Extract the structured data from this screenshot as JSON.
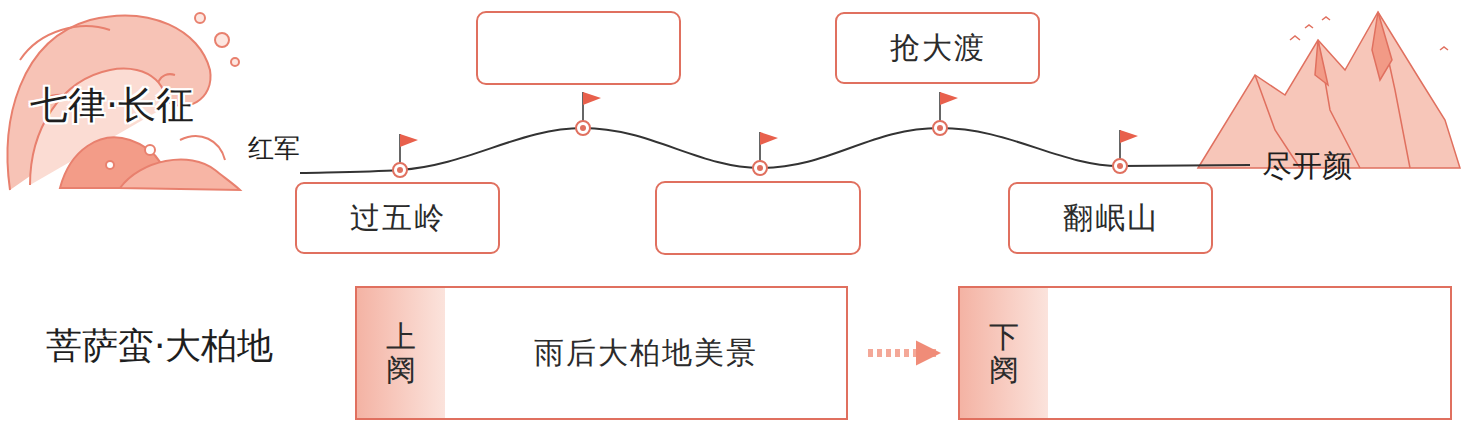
{
  "diagram": {
    "nodes": [
      {
        "text": [
          "过五岭"
        ]
      },
      {
        "text": [
          "抢大渡"
        ]
      },
      {
        "text": [
          "翻岷山"
        ]
      },
      {
        "text": [
          "上阕",
          "雨后大柏地美景"
        ]
      },
      {
        "text": [
          "下阕"
        ]
      }
    ],
    "edges": [
      {
        "from": 3,
        "to": 4,
        "arrow": "to"
      }
    ],
    "labels": [
      "七律·长征",
      "红军",
      "尽开颜",
      "菩萨蛮·大柏地"
    ]
  }
}
